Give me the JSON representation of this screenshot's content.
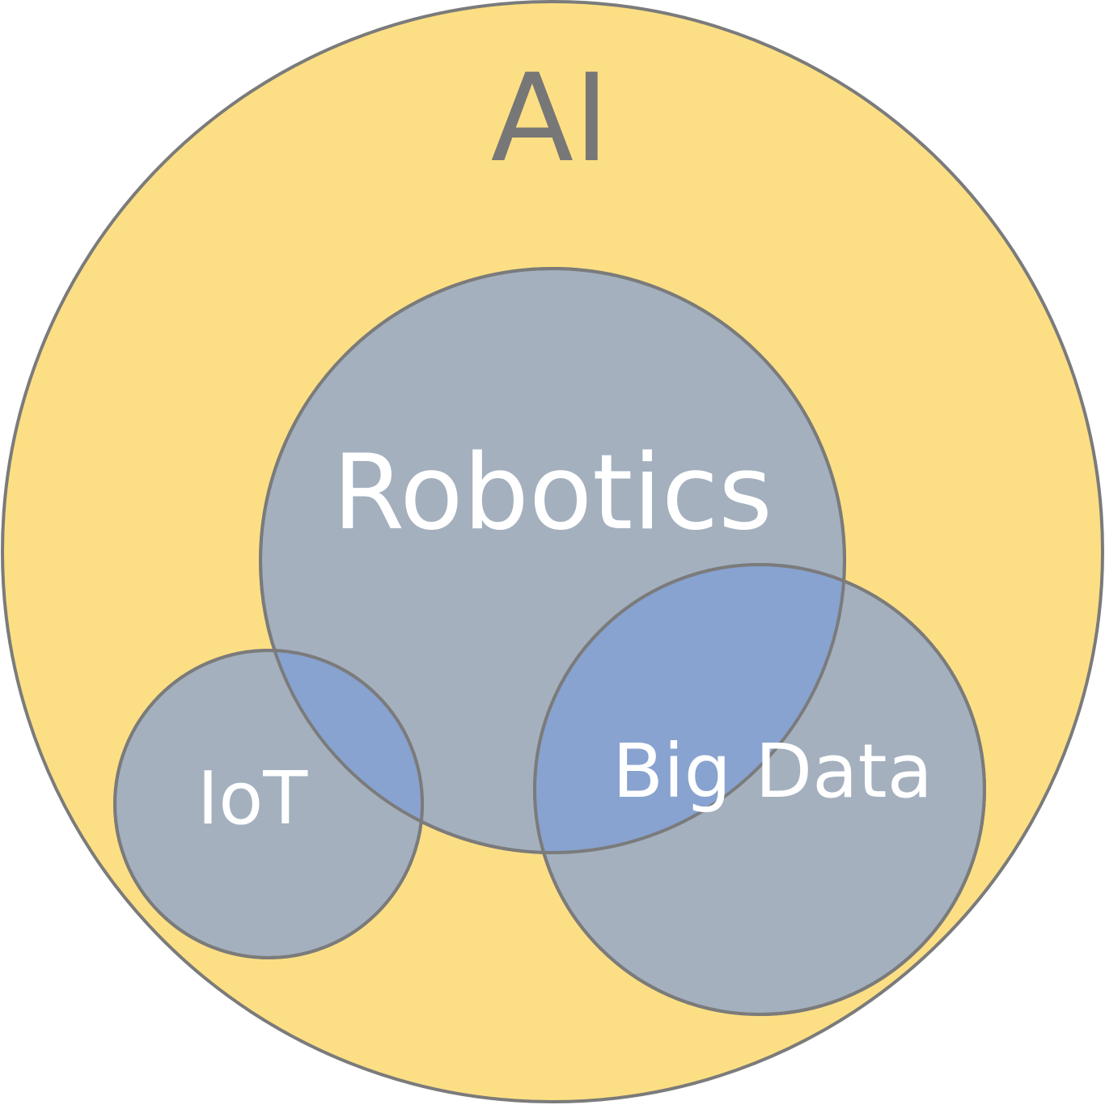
{
  "diagram": {
    "type": "venn",
    "colors": {
      "outer_fill": "#fcdf84",
      "inner_fill": "#a4b0be",
      "overlap_fill": "#88a3d0",
      "stroke": "#7b7b7b",
      "outer_label": "#777777",
      "inner_label": "#ffffff"
    },
    "sets": {
      "ai": {
        "label": "AI"
      },
      "robotics": {
        "label": "Robotics"
      },
      "iot": {
        "label": "IoT"
      },
      "big_data": {
        "label": "Big Data"
      }
    },
    "relations": [
      {
        "subset": "robotics",
        "of": "ai"
      },
      {
        "subset": "iot",
        "of": "ai"
      },
      {
        "subset": "big_data",
        "of": "ai"
      },
      {
        "overlap": [
          "robotics",
          "iot"
        ]
      },
      {
        "overlap": [
          "robotics",
          "big_data"
        ]
      }
    ]
  }
}
